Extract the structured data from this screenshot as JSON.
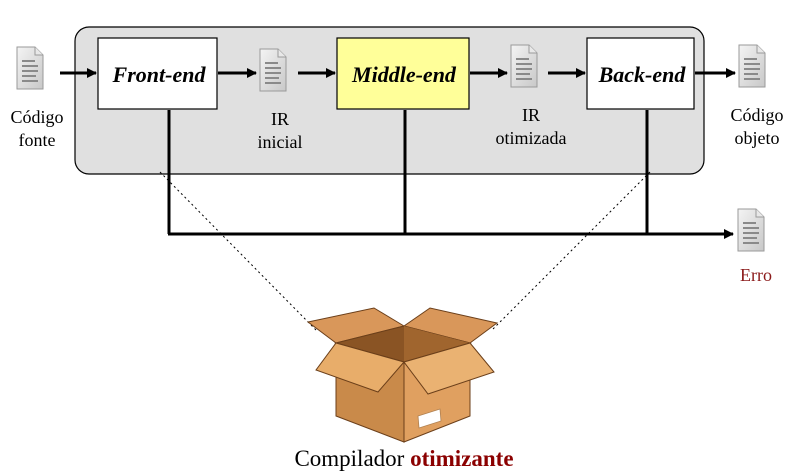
{
  "stages": {
    "front": "Front-end",
    "middle": "Middle-end",
    "back": "Back-end"
  },
  "files": {
    "source": {
      "line1": "Código",
      "line2": "fonte"
    },
    "ir_initial": {
      "line1": "IR",
      "line2": "inicial"
    },
    "ir_optimized": {
      "line1": "IR",
      "line2": "otimizada"
    },
    "object": {
      "line1": "Código",
      "line2": "objeto"
    },
    "error": "Erro"
  },
  "caption": {
    "prefix": "Compilador",
    "emphasis": "otimizante"
  },
  "colors": {
    "container_fill": "#e0e0e0",
    "middle_fill": "#ffff99",
    "error_text": "#8b1a1a",
    "caption_emphasis": "#8b0000",
    "box_light": "#e0a060",
    "box_dark": "#a06030"
  },
  "icons": [
    "document-icon",
    "open-box-icon"
  ]
}
